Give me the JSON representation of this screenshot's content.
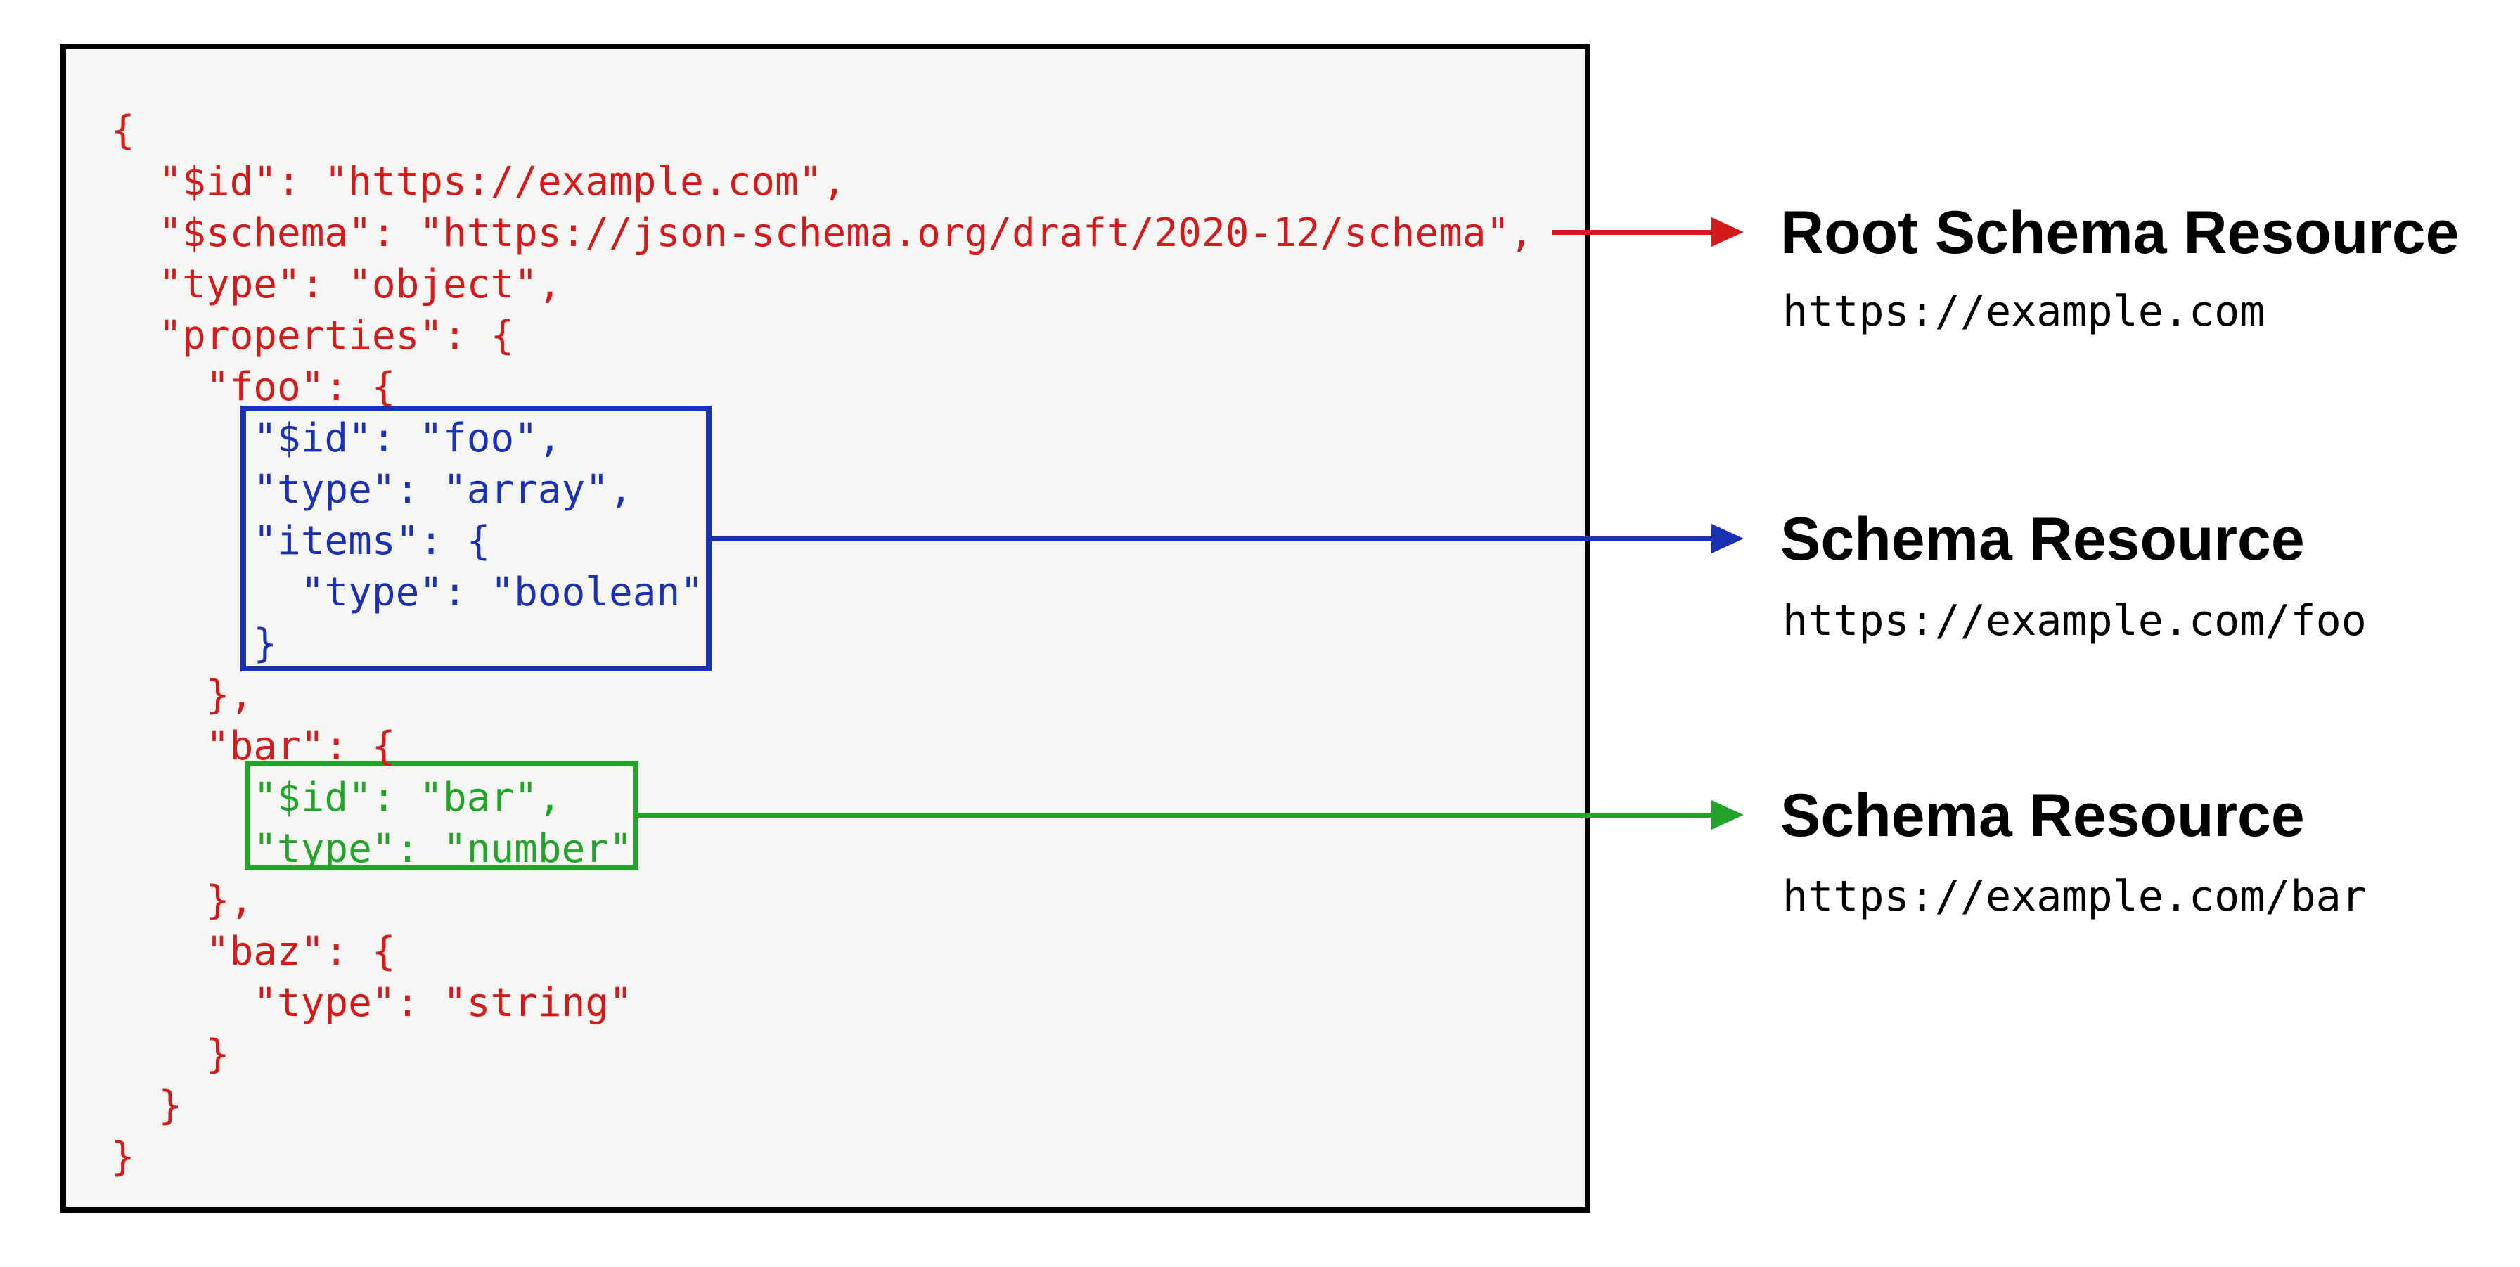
{
  "colors": {
    "code_red": "#d41a1a",
    "schema_blue": "#1b31b4",
    "schema_green": "#24a32b",
    "panel_border": "#000000",
    "panel_background": "#f6f6f4",
    "label_text": "#000000"
  },
  "code": {
    "lines": [
      {
        "text": "{",
        "color": "red"
      },
      {
        "text": "  \"$id\": \"https://example.com\",",
        "color": "red"
      },
      {
        "text": "  \"$schema\": \"https://json-schema.org/draft/2020-12/schema\",",
        "color": "red"
      },
      {
        "text": "  \"type\": \"object\",",
        "color": "red"
      },
      {
        "text": "  \"properties\": {",
        "color": "red"
      },
      {
        "text": "    \"foo\": {",
        "color": "red"
      },
      {
        "text": "      \"$id\": \"foo\",",
        "color": "blue"
      },
      {
        "text": "      \"type\": \"array\",",
        "color": "blue"
      },
      {
        "text": "      \"items\": {",
        "color": "blue"
      },
      {
        "text": "        \"type\": \"boolean\"",
        "color": "blue"
      },
      {
        "text": "      }",
        "color": "blue"
      },
      {
        "text": "    },",
        "color": "red"
      },
      {
        "text": "    \"bar\": {",
        "color": "red"
      },
      {
        "text": "      \"$id\": \"bar\",",
        "color": "green"
      },
      {
        "text": "      \"type\": \"number\"",
        "color": "green"
      },
      {
        "text": "    },",
        "color": "red"
      },
      {
        "text": "    \"baz\": {",
        "color": "red"
      },
      {
        "text": "      \"type\": \"string\"",
        "color": "red"
      },
      {
        "text": "    }",
        "color": "red"
      },
      {
        "text": "  }",
        "color": "red"
      },
      {
        "text": "}",
        "color": "red"
      }
    ]
  },
  "annotations": [
    {
      "title": "Root Schema Resource",
      "url": "https://example.com",
      "arrow_color": "red"
    },
    {
      "title": "Schema Resource",
      "url": "https://example.com/foo",
      "arrow_color": "blue"
    },
    {
      "title": "Schema Resource",
      "url": "https://example.com/bar",
      "arrow_color": "green"
    }
  ]
}
